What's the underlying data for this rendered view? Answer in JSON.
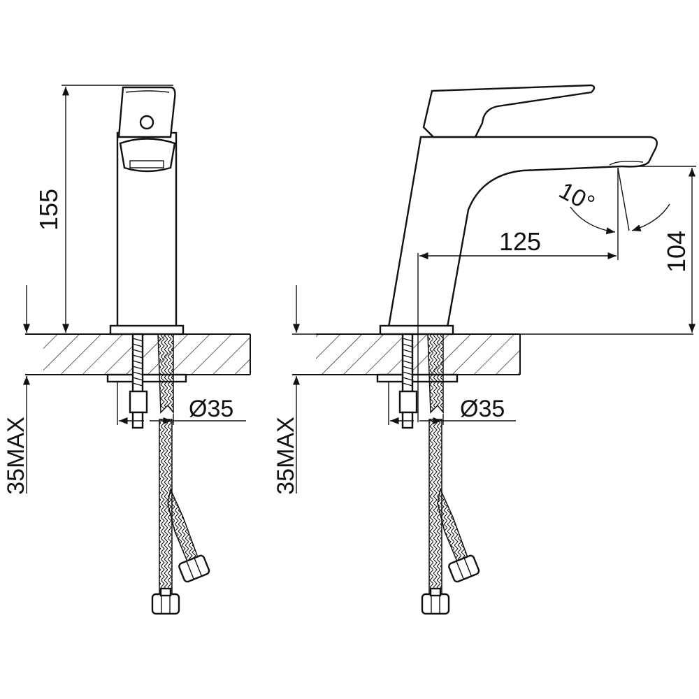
{
  "front_view": {
    "height_label": "155",
    "diameter_label": "Ø35",
    "max_thickness_label": "35MAX"
  },
  "side_view": {
    "reach_label": "125",
    "spout_height_label": "104",
    "angle_label": "10°",
    "diameter_label": "Ø35",
    "max_thickness_label": "35MAX"
  },
  "colors": {
    "line": "#111111",
    "background": "#ffffff"
  }
}
